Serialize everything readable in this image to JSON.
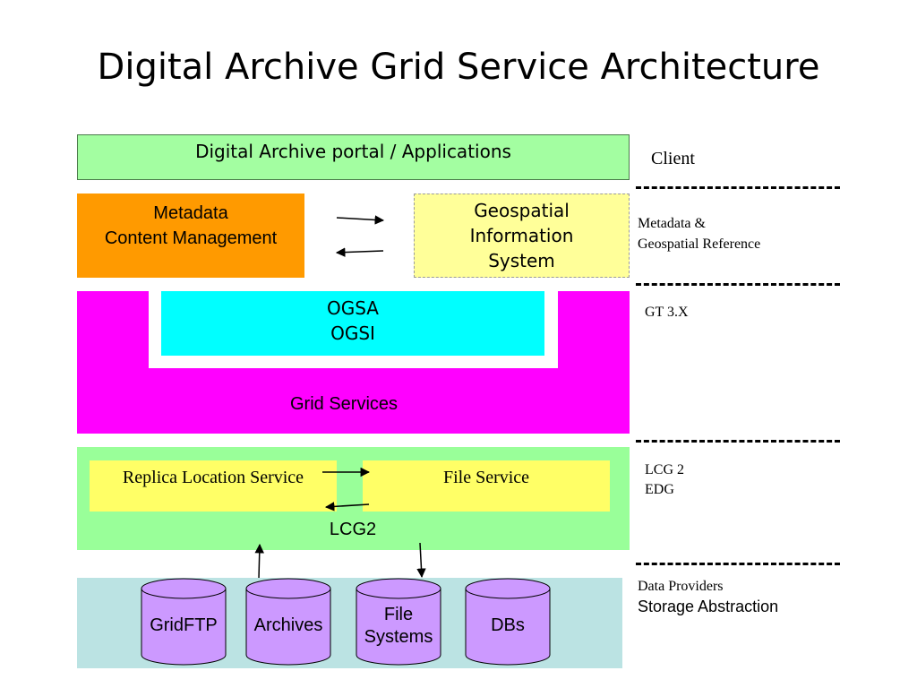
{
  "title": "Digital Archive Grid Service Architecture",
  "client_layer": {
    "portal_box": "Digital Archive portal / Applications",
    "label": "Client"
  },
  "metadata_layer": {
    "metadata_box": {
      "line1": "Metadata",
      "line2": "Content Management"
    },
    "gis_box": {
      "line1": "Geospatial",
      "line2": "Information",
      "line3": "System"
    },
    "label": {
      "line1": "Metadata &",
      "line2": "Geospatial Reference"
    }
  },
  "grid_layer": {
    "ogsa_box": {
      "line1": "OGSA",
      "line2": "OGSI"
    },
    "grid_services": "Grid Services",
    "label": "GT 3.X"
  },
  "lcg_layer": {
    "rls_box": "Replica Location Service",
    "file_service_box": "File Service",
    "lcg2": "LCG2",
    "label": {
      "line1": "LCG 2",
      "line2": "EDG"
    }
  },
  "storage_layer": {
    "cylinders": [
      {
        "line1": "GridFTP",
        "line2": ""
      },
      {
        "line1": "Archives",
        "line2": ""
      },
      {
        "line1": "File",
        "line2": "Systems"
      },
      {
        "line1": "DBs",
        "line2": ""
      }
    ],
    "label": {
      "line1": "Data Providers",
      "line2": "Storage Abstraction"
    }
  },
  "colors": {
    "client_green": "#a3fea1",
    "metadata_orange": "#ff9a00",
    "gis_yellow": "#ffff99",
    "grid_magenta": "#ff00ff",
    "ogsa_cyan": "#00ffff",
    "lcg_green": "#99ff99",
    "service_yellow": "#ffff66",
    "storage_teal": "#bbe3e3",
    "cylinder_purple": "#cc99ff"
  }
}
